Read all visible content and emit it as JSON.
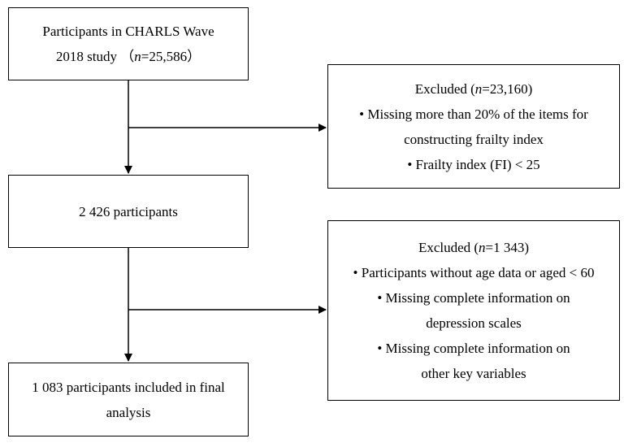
{
  "boxes": {
    "start": {
      "line1": "Participants in CHARLS Wave",
      "line2_pre": "2018 study （",
      "line2_n": "n",
      "line2_post": "=25,586）"
    },
    "middle": {
      "text": "2 426 participants"
    },
    "final": {
      "line1": "1 083 participants included in final",
      "line2": "analysis"
    }
  },
  "exclusions": [
    {
      "title_pre": "Excluded (",
      "title_n": "n",
      "title_post": "=23,160)",
      "bullets": [
        "• Missing more than 20% of the items for",
        "constructing frailty index",
        "• Frailty index (FI) < 25"
      ]
    },
    {
      "title_pre": "Excluded (",
      "title_n": "n",
      "title_post": "=1 343)",
      "bullets": [
        "• Participants without age data or aged < 60",
        "• Missing complete information on",
        "depression scales",
        "• Missing complete information on",
        "other key variables"
      ]
    }
  ]
}
